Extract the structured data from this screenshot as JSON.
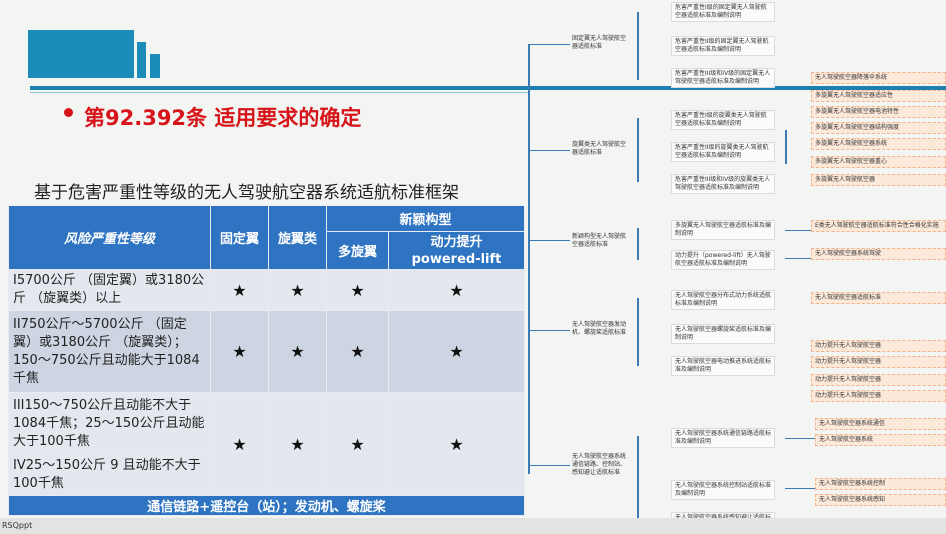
{
  "heading": "第92.392条  适用要求的确定",
  "table_title": "基于危害严重性等级的无人驾驶航空器系统适航标准框架",
  "table": {
    "col_risk": "风险严重性等级",
    "col_fixed": "固定翼",
    "col_rotor": "旋翼类",
    "col_new": "新颖构型",
    "col_multirotor": "多旋翼",
    "col_powered_lift": "动力提升\npowered-lift",
    "rows": [
      {
        "label": "I5700公斤 （固定翼）或3180公斤 （旋翼类）以上",
        "marks": [
          "★",
          "★",
          "★",
          "★"
        ]
      },
      {
        "label": "II750公斤～5700公斤 （固定翼）或3180公斤 （旋翼类）；150～750公斤且动能大于1084千焦",
        "marks": [
          "★",
          "★",
          "★",
          "★"
        ]
      },
      {
        "label": "III150～750公斤且动能不大于1084千焦；25～150公斤且动能大于100千焦",
        "marks": [
          "★",
          "★",
          "★",
          "★"
        ]
      },
      {
        "label": "IV25～150公斤 9 且动能不大于100千焦",
        "marks": []
      }
    ],
    "footer": "通信链路+遥控台（站）；发动机、螺旋桨"
  },
  "tree": {
    "l1": [
      "固定翼无人驾驶航空器适航标准",
      "旋翼类无人驾驶航空器适航标准",
      "新颖构型无人驾驶航空器适航标准",
      "无人驾驶航空器发动机、螺旋桨适航标准",
      "无人驾驶航空器系统通信链路、控制站、感知避让适航标准"
    ],
    "l2": [
      "危害严重性I级的固定翼无人驾驶航空器适航标准及编制说明",
      "危害严重性II级的固定翼无人驾驶航空器适航标准及编制说明",
      "危害严重性III级和IV级的固定翼无人驾驶航空器适航标准及编制说明",
      "危害严重性I级的旋翼类无人驾驶航空器适航标准及编制说明",
      "危害严重性II级的旋翼类无人驾驶航空器适航标准及编制说明",
      "危害严重性III级和IV级的旋翼类无人驾驶航空器适航标准及编制说明",
      "多旋翼无人驾驶航空器适航标准及编制说明",
      "动力提升（powered-lift）无人驾驶航空器适航标准及编制说明",
      "无人驾驶航空器分布式动力系统适航标准及编制说明",
      "无人驾驶航空器螺旋桨适航标准及编制说明",
      "无人驾驶航空器电动推进系统适航标准及编制说明",
      "无人驾驶航空器系统通信链路适航标准及编制说明",
      "无人驾驶航空器系统控制站适航标准及编制说明",
      "无人驾驶航空器系统感知避让适航标准及编制说明"
    ],
    "l3": [
      "无人驾驶航空器降落伞系统",
      "多旋翼无人驾驶航空器适应性",
      "多旋翼无人驾驶航空器电池特性",
      "多旋翼无人驾驶航空器结构强度",
      "多旋翼无人驾驶航空器系统",
      "多旋翼无人驾驶航空器重心",
      "多旋翼无人驾驶航空器",
      "E类无人驾驶航空器适航标准符合性合格化实施",
      "无人驾驶航空器系统驾驶",
      "无人驾驶航空器适航标准",
      "动力提升无人驾驶航空器",
      "动力提升无人驾驶航空器",
      "动力提升无人驾驶航空器",
      "动力提升无人驾驶航空器",
      "无人驾驶航空器系统通信",
      "无人驾驶航空器系统",
      "无人驾驶航空器系统控制",
      "无人驾驶航空器系统感知"
    ]
  },
  "taskbar_label": "RSQppt"
}
